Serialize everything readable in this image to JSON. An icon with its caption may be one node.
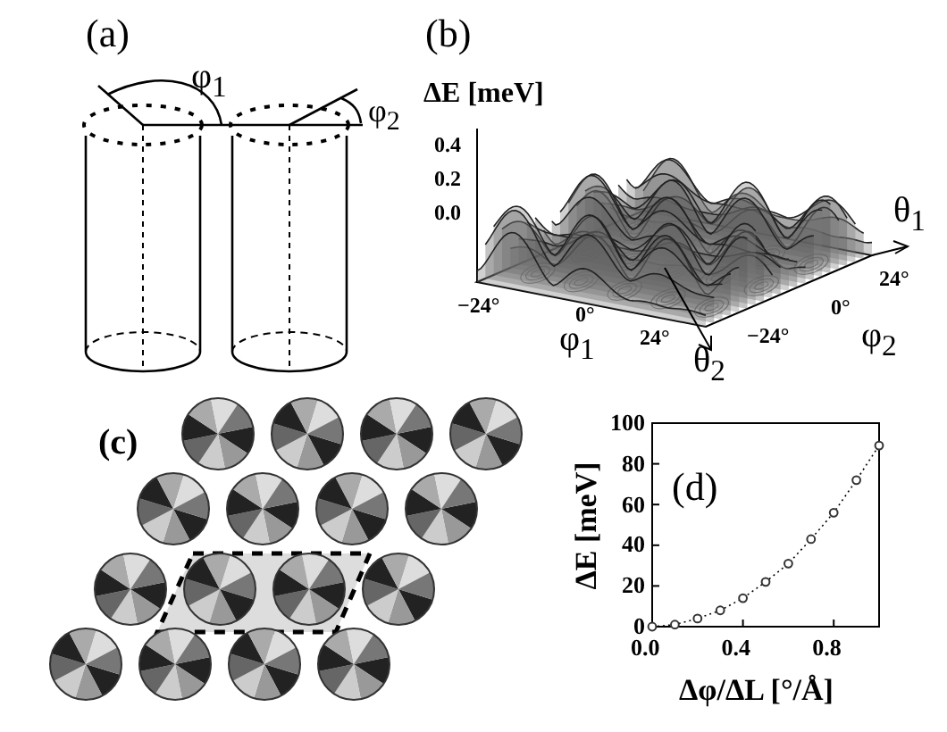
{
  "diagram": {
    "labels": [
      "(a)",
      "φ$_{1}$",
      "φ$_{2}$",
      "(b)",
      "ΔE [meV]",
      "0.4",
      "0.2",
      "0.0",
      "θ$_{1}$",
      "24°",
      "0°",
      "φ$_{2}$",
      "−24°",
      "θ$_{2}$",
      "−24°",
      "0°",
      "φ$_{1}$",
      "24°",
      "(c)",
      "(d)"
    ],
    "chart_data": {
      "type": "line",
      "xlabel": "Δφ/ΔL [°/Å]",
      "ylabel": "ΔE [meV]",
      "x": [
        0,
        0.1,
        0.2,
        0.3,
        0.4,
        0.5,
        0.6,
        0.7,
        0.8,
        0.9,
        1.0
      ],
      "series": [
        {
          "values": [
            0,
            1,
            4,
            8,
            14,
            22,
            31,
            43,
            56,
            72,
            89
          ],
          "line_style": "dotted",
          "marker": "circle"
        }
      ],
      "xlim": [
        0,
        1
      ],
      "ylim": [
        0,
        100
      ],
      "xticks": [
        {
          "value": 0,
          "label": "0.0"
        },
        {
          "value": 0.4,
          "label": "0.4"
        },
        {
          "value": 0.8,
          "label": "0.8"
        }
      ],
      "yticks": [
        0,
        20,
        40,
        60,
        80,
        100
      ]
    }
  }
}
